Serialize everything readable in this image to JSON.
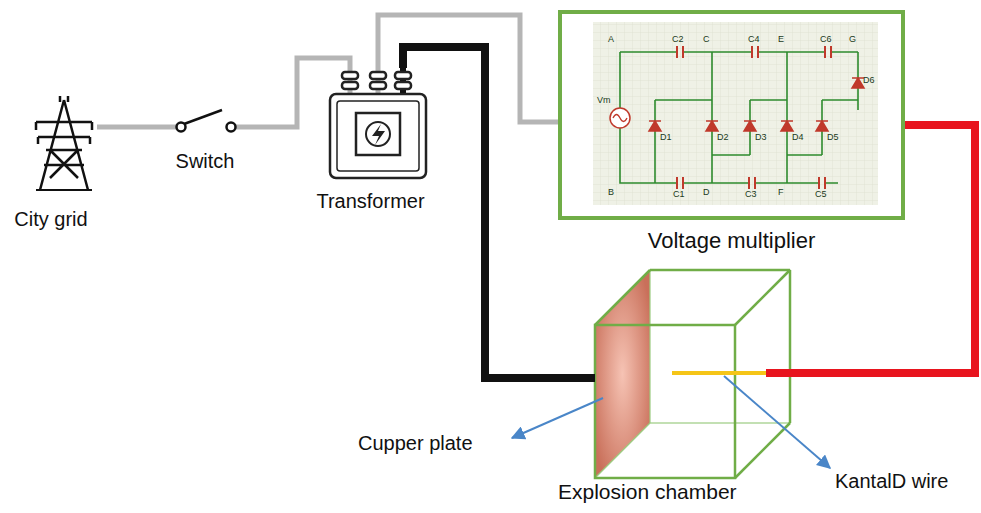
{
  "diagram": {
    "nodes": [
      {
        "text": [
          "City grid"
        ]
      },
      {
        "text": [
          "Switch"
        ]
      },
      {
        "text": [
          "Transformer"
        ]
      },
      {
        "text": [
          "Voltage multiplier"
        ]
      },
      {
        "text": [
          "Explosion chamber"
        ]
      }
    ],
    "edges": [
      {
        "from": 0,
        "to": 1,
        "arrow": "none"
      },
      {
        "from": 1,
        "to": 2,
        "arrow": "none"
      },
      {
        "from": 2,
        "to": 3,
        "arrow": "none"
      },
      {
        "from": 2,
        "to": 4,
        "arrow": "none"
      },
      {
        "from": 3,
        "to": 4,
        "arrow": "none"
      }
    ],
    "labels": [
      "A",
      "C2",
      "C",
      "C4",
      "E",
      "C6",
      "G",
      "Vm",
      "D1",
      "D2",
      "D3",
      "D4",
      "D5",
      "D6",
      "B",
      "C1",
      "D",
      "C3",
      "F",
      "C5",
      "Cupper plate",
      "KantalD wire"
    ]
  }
}
